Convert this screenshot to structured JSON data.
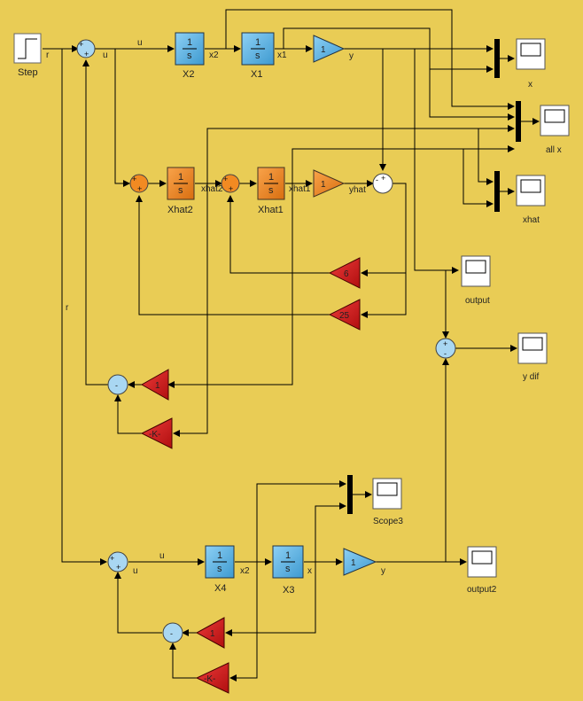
{
  "colors": {
    "background": "#E9CC55",
    "integrator_blue": "#5BB4E6",
    "integrator_orange": "#F28A22",
    "gain_red": "#D61E1E",
    "sum_orange": "#F28A22",
    "sum_blue": "#A9D7F2"
  },
  "blocks": {
    "step": {
      "label": "Step"
    },
    "x2": {
      "label": "X2",
      "num": "1",
      "den": "s"
    },
    "x1": {
      "label": "X1",
      "num": "1",
      "den": "s"
    },
    "gain_top": {
      "value": "1"
    },
    "xhat2": {
      "label": "Xhat2",
      "num": "1",
      "den": "s"
    },
    "xhat1": {
      "label": "Xhat1",
      "num": "1",
      "den": "s"
    },
    "gain_obs": {
      "value": "1"
    },
    "gain_l1": {
      "value": "6"
    },
    "gain_l2": {
      "value": "25"
    },
    "gain_k1": {
      "value": "1"
    },
    "gain_k2": {
      "value": "-K-"
    },
    "x4": {
      "label": "X4",
      "num": "1",
      "den": "s"
    },
    "x3": {
      "label": "X3",
      "num": "1",
      "den": "s"
    },
    "gain_bot": {
      "value": "1"
    },
    "gain_k3": {
      "value": "1"
    },
    "gain_k4": {
      "value": "-K-"
    }
  },
  "scopes": {
    "x": "x",
    "allx": "all x",
    "xhat": "xhat",
    "output": "output",
    "ydif": "y dif",
    "scope3": "Scope3",
    "output2": "output2"
  },
  "signals": {
    "r1": "r",
    "u1": "u",
    "u2": "u",
    "x2": "x2",
    "x1": "x1",
    "y1": "y",
    "xhat2": "xhat2",
    "xhat1": "xhat1",
    "yhat": "yhat",
    "r2": "r",
    "u3": "u",
    "u4": "u",
    "x2b": "x2",
    "xb": "x",
    "y2": "y"
  }
}
